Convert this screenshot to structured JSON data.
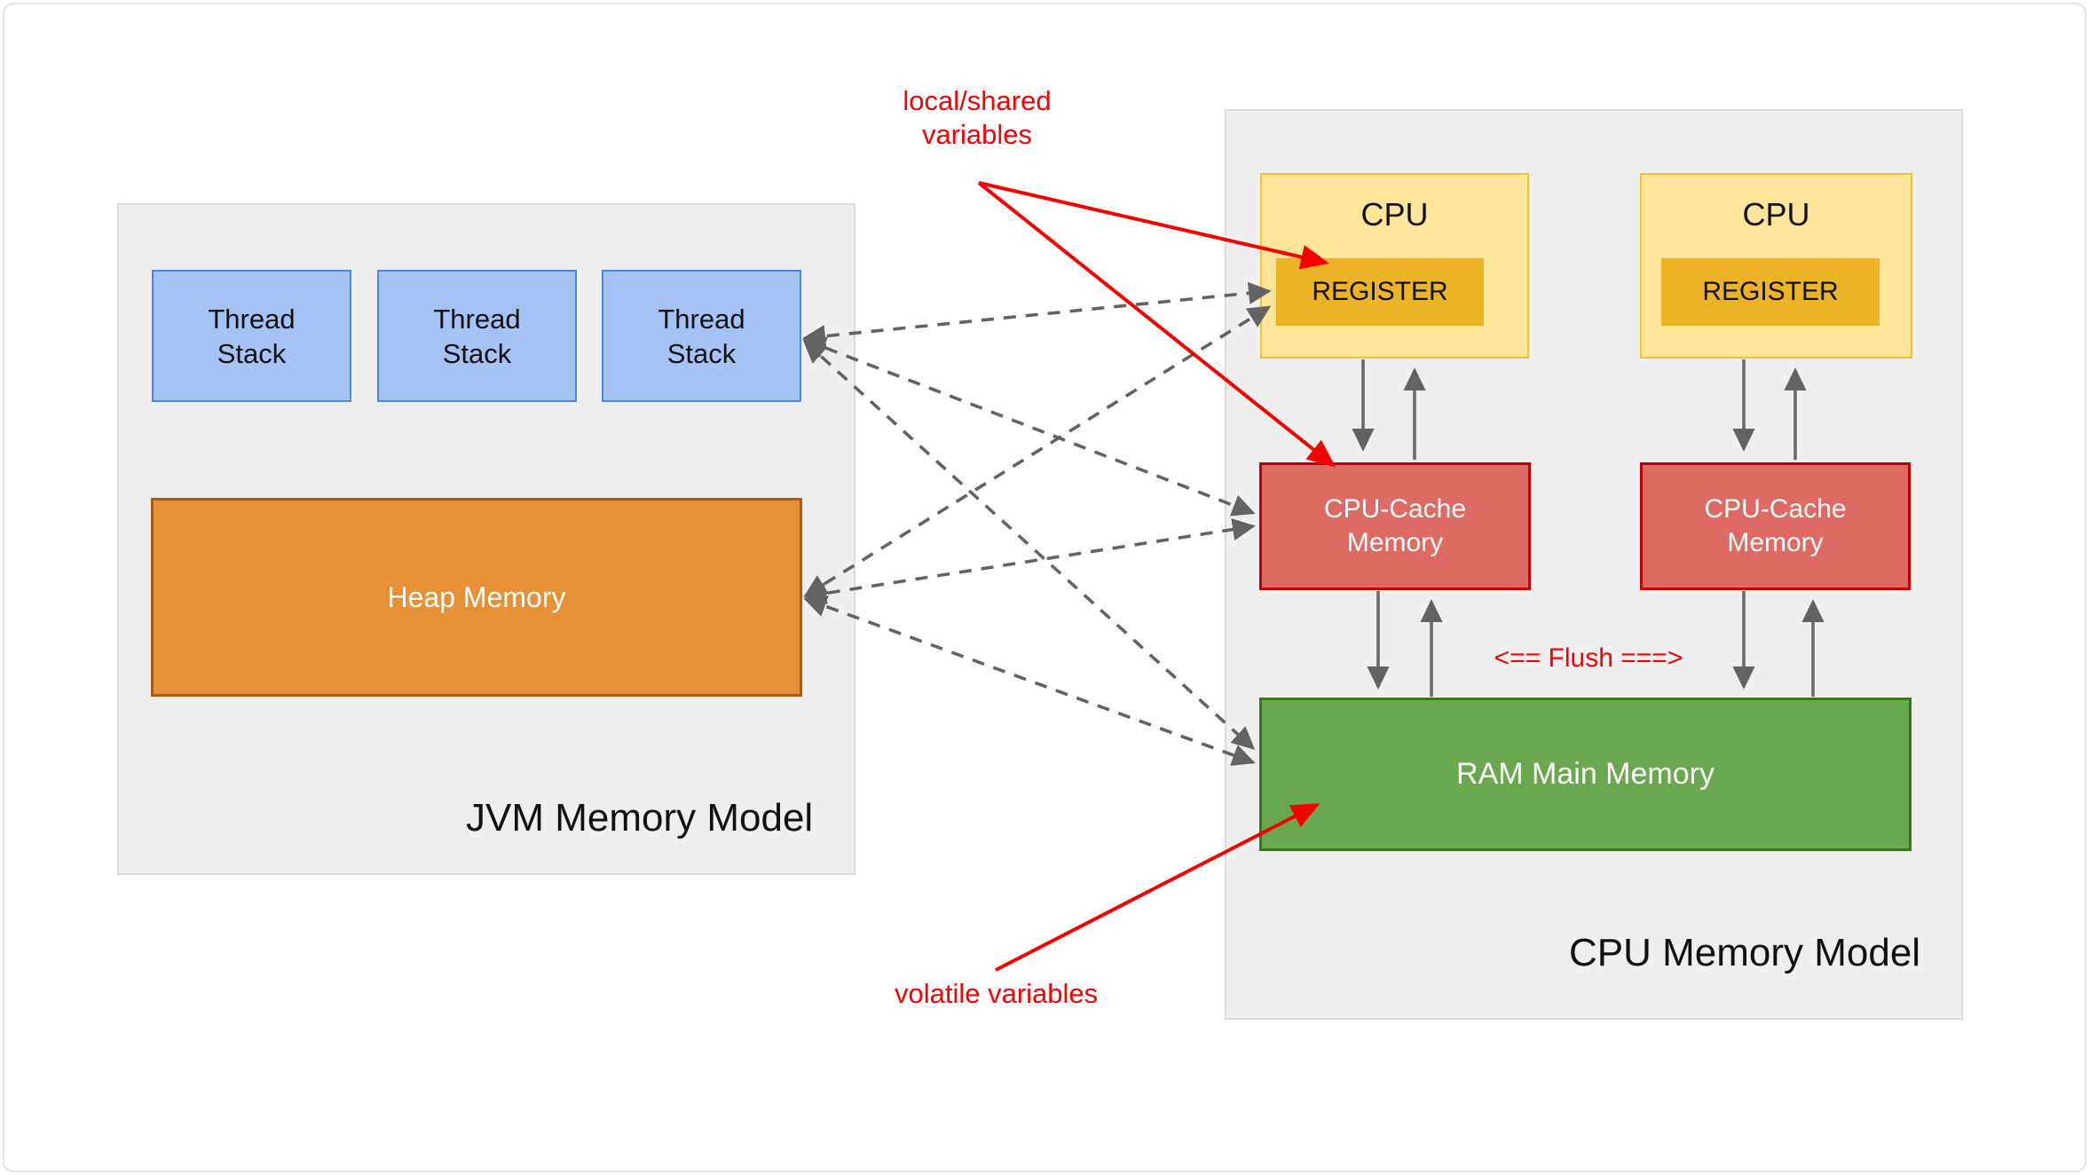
{
  "jvm_model": {
    "title": "JVM Memory Model",
    "thread_stacks": [
      "Thread\nStack",
      "Thread\nStack",
      "Thread\nStack"
    ],
    "heap_label": "Heap Memory"
  },
  "cpu_model": {
    "title": "CPU Memory Model",
    "cpu1": {
      "label": "CPU",
      "register_label": "REGISTER"
    },
    "cpu2": {
      "label": "CPU",
      "register_label": "REGISTER"
    },
    "cache1_label": "CPU-Cache\nMemory",
    "cache2_label": "CPU-Cache\nMemory",
    "ram_label": "RAM Main Memory",
    "flush_label": "<== Flush ===>"
  },
  "annotations": {
    "local_shared": "local/shared\nvariables",
    "volatile": "volatile variables"
  },
  "colors": {
    "thread_stack_fill": "#a4c2f4",
    "thread_stack_border": "#4a86e8",
    "heap_fill": "#e69138",
    "heap_border": "#aa5b0f",
    "cpu_fill": "#ffe599",
    "cpu_border": "#f1c232",
    "register_fill": "#ecb326",
    "cache_fill": "#dd6b63",
    "cache_border": "#c00000",
    "ram_fill": "#6aa84f",
    "ram_border": "#38761d",
    "container_fill": "#efefef",
    "container_border": "#dadada",
    "arrow_gray": "#636363",
    "annotation_red": "#f70000"
  }
}
